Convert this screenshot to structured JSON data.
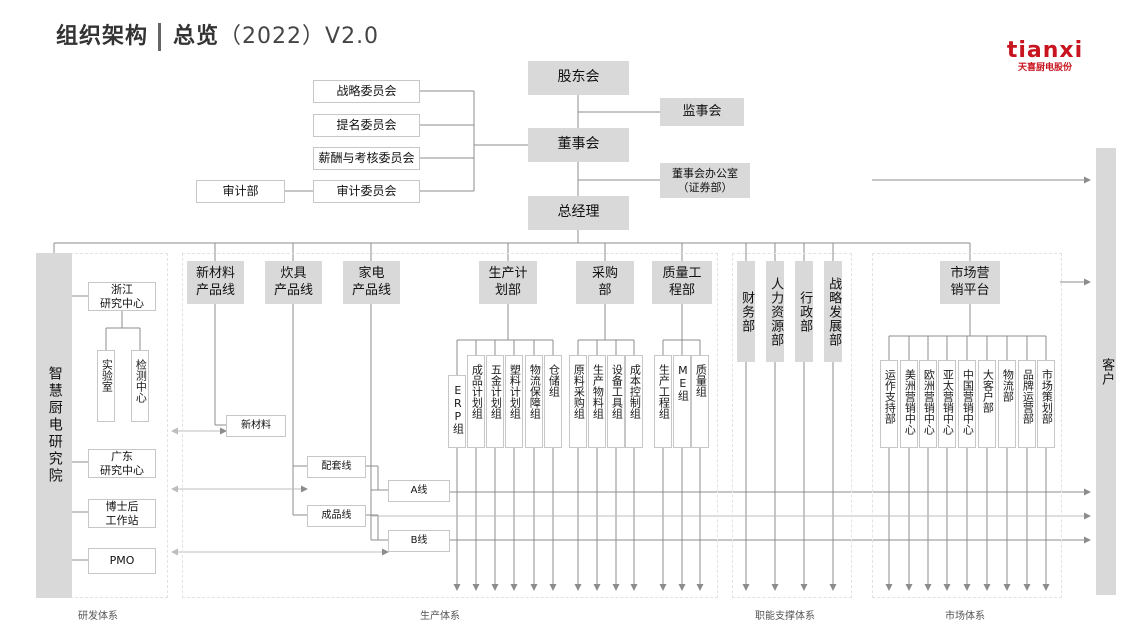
{
  "header": {
    "title_main": "组织架构",
    "title_sub": "总览",
    "title_year": "（2022）V2.0"
  },
  "logo": {
    "text_en": "tianxi",
    "text_cn": "天喜厨电股份"
  },
  "top": {
    "shareholders": "股东会",
    "supervisors": "监事会",
    "board": "董事会",
    "board_office": "董事会办公室\n（证券部）",
    "gm": "总经理",
    "committees": [
      "战略委员会",
      "提名委员会",
      "薪酬与考核委员会",
      "审计委员会"
    ],
    "audit_dept": "审计部"
  },
  "research": {
    "institute": "智慧厨电研究院",
    "zhejiang": "浙江\n研究中心",
    "lab": "实验室",
    "testing": "检测中心",
    "guangdong": "广东\n研究中心",
    "postdoc": "博士后\n工作站",
    "pmo": "PMO"
  },
  "production": {
    "product_lines": [
      "新材料\n产品线",
      "炊具\n产品线",
      "家电\n产品线"
    ],
    "new_material": "新材料",
    "kit_line": "配套线",
    "finished_line": "成品线",
    "a_line": "A线",
    "b_line": "B线",
    "planning": "生产计\n划部",
    "purchasing": "采购\n部",
    "quality": "质量工\n程部",
    "planning_groups": [
      "ERP组",
      "成品计划组",
      "五金计划组",
      "塑料计划组",
      "物流保障组",
      "仓储组"
    ],
    "purchasing_groups": [
      "原料采购组",
      "生产物料组",
      "设备工具组",
      "成本控制组"
    ],
    "quality_groups": [
      "生产工程组",
      "ME组",
      "质量组"
    ]
  },
  "support": {
    "depts": [
      "财务部",
      "人力资源部",
      "行政部",
      "战略发展部"
    ]
  },
  "market": {
    "platform": "市场营\n销平台",
    "groups": [
      "运作支持部",
      "美洲营销中心",
      "欧洲营销中心",
      "亚太营销中心",
      "中国营销中心",
      "大客户部",
      "物流部",
      "品牌运营部",
      "市场策划部"
    ]
  },
  "customer": "客户",
  "footer": {
    "research": "研发体系",
    "production": "生产体系",
    "support": "职能支撑体系",
    "market": "市场体系"
  },
  "colors": {
    "box_gray": "#d9d9d9",
    "line": "#8c8c8c",
    "brand_red": "#c8141e"
  }
}
